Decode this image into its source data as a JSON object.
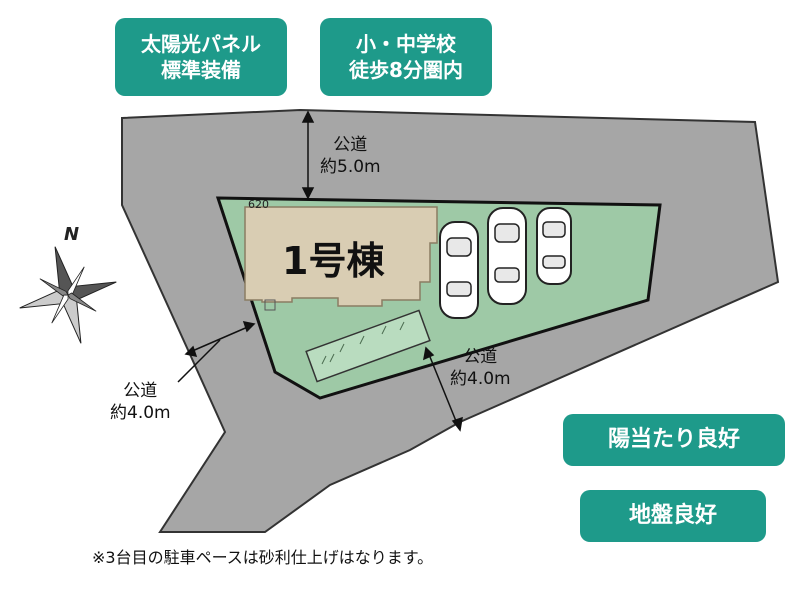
{
  "badges": {
    "solar_line1": "太陽光パネル",
    "solar_line2": "標準装備",
    "school_line1": "小・中学校",
    "school_line2": "徒歩8分圏内",
    "sunlight": "陽当たり良好",
    "ground": "地盤良好"
  },
  "roads": {
    "north": {
      "name": "公道",
      "width": "約5.0m"
    },
    "southeast": {
      "name": "公道",
      "width": "約4.0m"
    },
    "west": {
      "name": "公道",
      "width": "約4.0m"
    }
  },
  "building": {
    "label": "1号棟"
  },
  "lot_marker": "620",
  "compass": {
    "north_label": "N"
  },
  "footnote": "※3台目の駐車ペースは砂利仕上げはなります。",
  "colors": {
    "badge_teal": "#1e9a8a",
    "road_gray": "#a6a6a6",
    "lot_green": "#9ec9a6",
    "building_beige": "#d9cdb3"
  },
  "icons": [
    "compass-rose-icon",
    "car-icon"
  ]
}
